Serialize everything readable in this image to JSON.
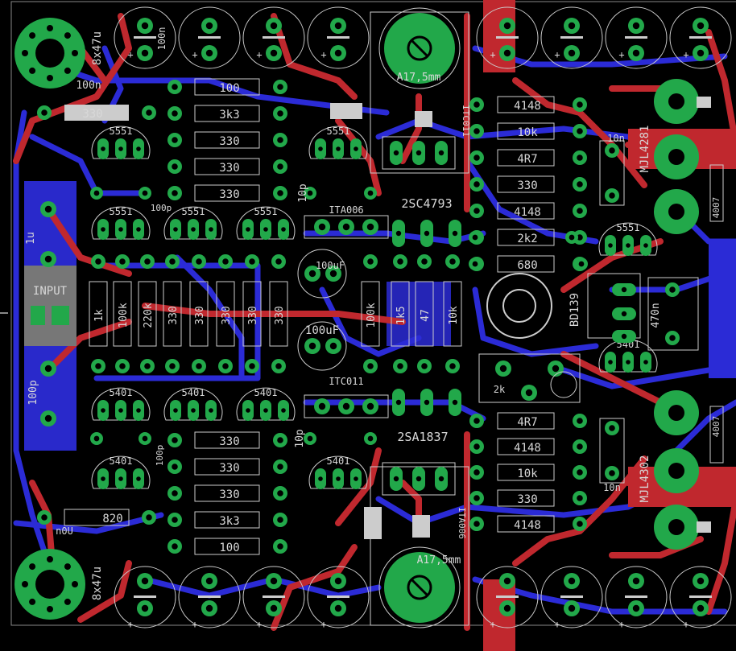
{
  "layers": {
    "top_copper": "#c0282e",
    "bottom_copper": "#2b2bd6",
    "pad": "#22a84a",
    "drill_bg": "#000000",
    "silkscreen": "#d8d8d8",
    "board": "#000000"
  },
  "labels": {
    "cap_bank_top": "8x47u",
    "cap_bank_bottom": "8x47u",
    "input": "INPUT",
    "trimmer_top": "A17,5mm",
    "trimmer_bottom": "A17,5mm",
    "mjl_top": "MJL4281",
    "mjl_bottom": "MJL4302",
    "bd139": "BD139",
    "q_2sc": "2SC4793",
    "q_2sa": "2SA1837",
    "itc011_top": "ITC011",
    "itc011_bottom": "ITC011",
    "ita006_top": "ITA006",
    "ita006_bottom": "ITA006",
    "c_100u_a": "100uF",
    "c_100u_b": "100uF",
    "c_100n": "100n",
    "c_1u": "1u",
    "c_100p_in": "100p",
    "c_10p_a": "10p",
    "c_10p_b": "10p",
    "c_10n_a": "10n",
    "c_10n_b": "10n",
    "c_470n": "470n",
    "c_100n_r": "100n",
    "trim_2k": "2k",
    "r_nu": "n0U",
    "c_100p_l": "100p",
    "c_100p_l2": "100p",
    "r_4007_a": "4007",
    "r_4007_b": "4007"
  },
  "resistors_left_top": [
    "100",
    "3k3",
    "330",
    "330",
    "330"
  ],
  "resistors_left_bottom": [
    "330",
    "330",
    "330",
    "3k3",
    "100"
  ],
  "resistor_330_left": "330",
  "resistor_820": "820",
  "resistors_right_top": [
    "4148",
    "10k",
    "4R7",
    "330",
    "4148",
    "2k2",
    "680"
  ],
  "resistors_right_bottom": [
    "4R7",
    "4148",
    "10k",
    "330",
    "4148"
  ],
  "resistors_vertical": [
    "1k",
    "100k",
    "220k",
    "330",
    "330",
    "330",
    "330",
    "330",
    "100k",
    "1k5",
    "47",
    "10k"
  ],
  "transistors": [
    "5551",
    "5551",
    "5551",
    "5551",
    "5551",
    "5401",
    "5401",
    "5401",
    "5401",
    "5401",
    "5551",
    "5401"
  ]
}
